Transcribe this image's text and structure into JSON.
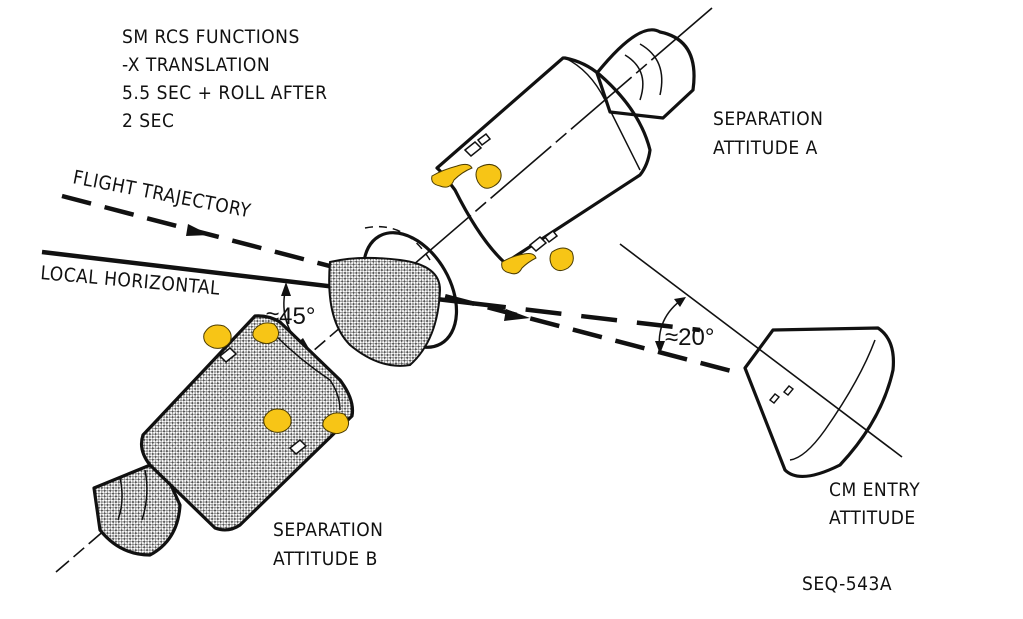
{
  "figure_id": "SEQ-543A",
  "notes": {
    "lines": [
      "SM RCS FUNCTIONS",
      "-X TRANSLATION",
      "5.5 SEC + ROLL AFTER",
      "2 SEC"
    ]
  },
  "labels": {
    "separation_a": [
      "SEPARATION",
      "ATTITUDE A"
    ],
    "separation_b": [
      "SEPARATION",
      "ATTITUDE B"
    ],
    "cm_entry": [
      "CM ENTRY",
      "ATTITUDE"
    ],
    "flight_trajectory": "FLIGHT TRAJECTORY",
    "local_horizontal": "LOCAL HORIZONTAL",
    "angle_45": "≈45°",
    "angle_20": "≈20°"
  },
  "colors": {
    "plume": "#f7c516",
    "ink": "#111111",
    "background": "#ffffff"
  }
}
